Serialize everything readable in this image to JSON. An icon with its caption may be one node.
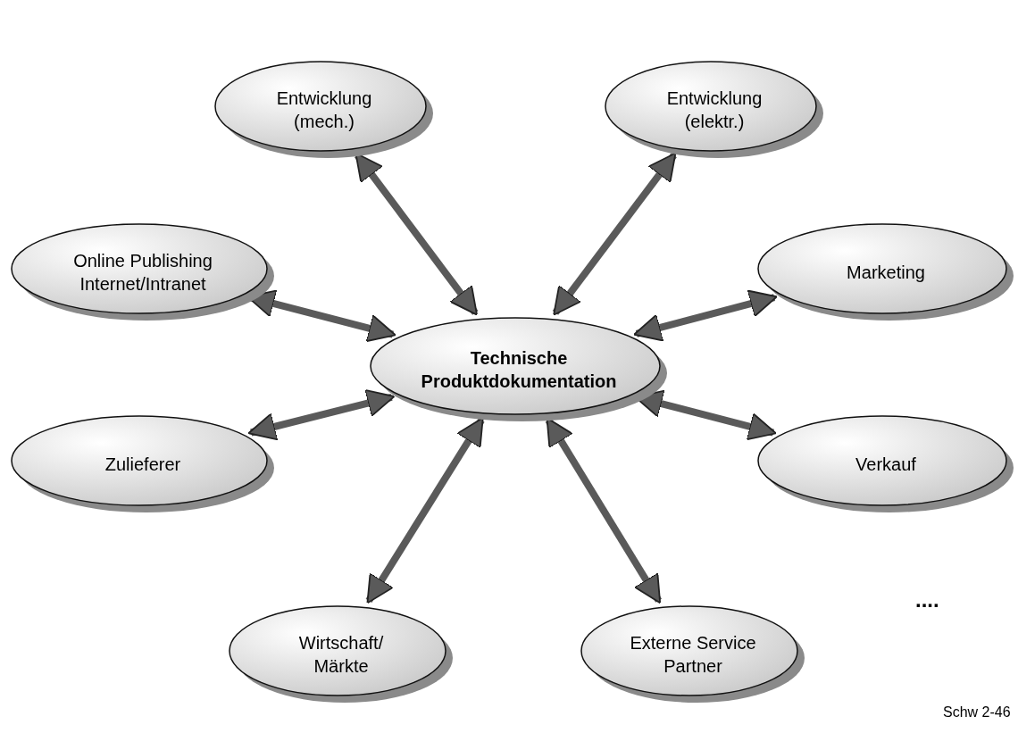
{
  "diagram": {
    "nodes": [
      {
        "text": [
          "Entwicklung (mech.)"
        ]
      },
      {
        "text": [
          "Entwicklung (elektr.)"
        ]
      },
      {
        "text": [
          "Online Publishing Internet/Intranet"
        ]
      },
      {
        "text": [
          "Marketing"
        ]
      },
      {
        "text": [
          "Technische Produktdokumentation"
        ]
      },
      {
        "text": [
          "Zulieferer"
        ]
      },
      {
        "text": [
          "Verkauf"
        ]
      },
      {
        "text": [
          "Wirtschaft/ Märkte"
        ]
      },
      {
        "text": [
          "Externe Service Partner"
        ]
      }
    ],
    "edges": [
      {
        "from": 4,
        "to": 0,
        "arrow": "both"
      },
      {
        "from": 4,
        "to": 1,
        "arrow": "both"
      },
      {
        "from": 4,
        "to": 2,
        "arrow": "both"
      },
      {
        "from": 4,
        "to": 3,
        "arrow": "both"
      },
      {
        "from": 4,
        "to": 5,
        "arrow": "both"
      },
      {
        "from": 4,
        "to": 6,
        "arrow": "both"
      },
      {
        "from": 4,
        "to": 7,
        "arrow": "both"
      },
      {
        "from": 4,
        "to": 8,
        "arrow": "both"
      }
    ],
    "labels": [
      "....",
      "Schw 2-46"
    ]
  }
}
